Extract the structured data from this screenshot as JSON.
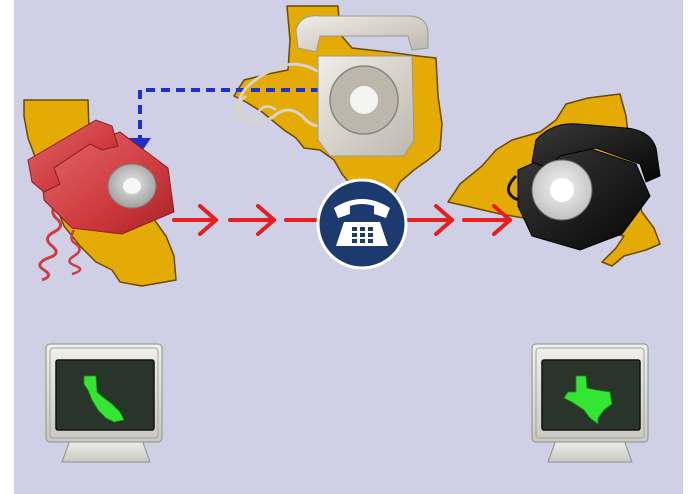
{
  "colors": {
    "background": "#cfd0e6",
    "page_border": "#ffffff",
    "state_fill": "#e4ab05",
    "state_outline": "#6a4a00",
    "caller_phone": "#cf3b3f",
    "monitor_phone": "#d8d4cc",
    "receiver_phone": "#151515",
    "call_arrow": "#e81d1d",
    "monitor_arrow": "#1f2fd0",
    "switch_badge_fill": "#1d3a6e",
    "switch_badge_ring": "#ffffff",
    "monitor_body": "#dcdcd6",
    "monitor_screen": "#2a352a",
    "screen_state_fill": "#33e633"
  },
  "diagram": {
    "nodes": [
      {
        "id": "caller",
        "icon": "red-rotary-phone-icon",
        "region": "california-map"
      },
      {
        "id": "monitor",
        "icon": "beige-rotary-phone-icon",
        "region": "texas-map"
      },
      {
        "id": "receiver",
        "icon": "black-rotary-phone-icon",
        "region": "new-york-map"
      },
      {
        "id": "switch",
        "icon": "telephone-badge-icon"
      }
    ],
    "edges": [
      {
        "from": "caller",
        "to": "switch",
        "style": "solid",
        "color": "red"
      },
      {
        "from": "switch",
        "to": "receiver",
        "style": "solid",
        "color": "red"
      },
      {
        "from": "monitor",
        "to": "caller",
        "style": "dashed",
        "color": "blue"
      }
    ],
    "screens": [
      {
        "id": "left-monitor",
        "icon": "computer-monitor-icon",
        "shows": "california-shape-icon"
      },
      {
        "id": "right-monitor",
        "icon": "computer-monitor-icon",
        "shows": "texas-shape-icon"
      }
    ]
  }
}
